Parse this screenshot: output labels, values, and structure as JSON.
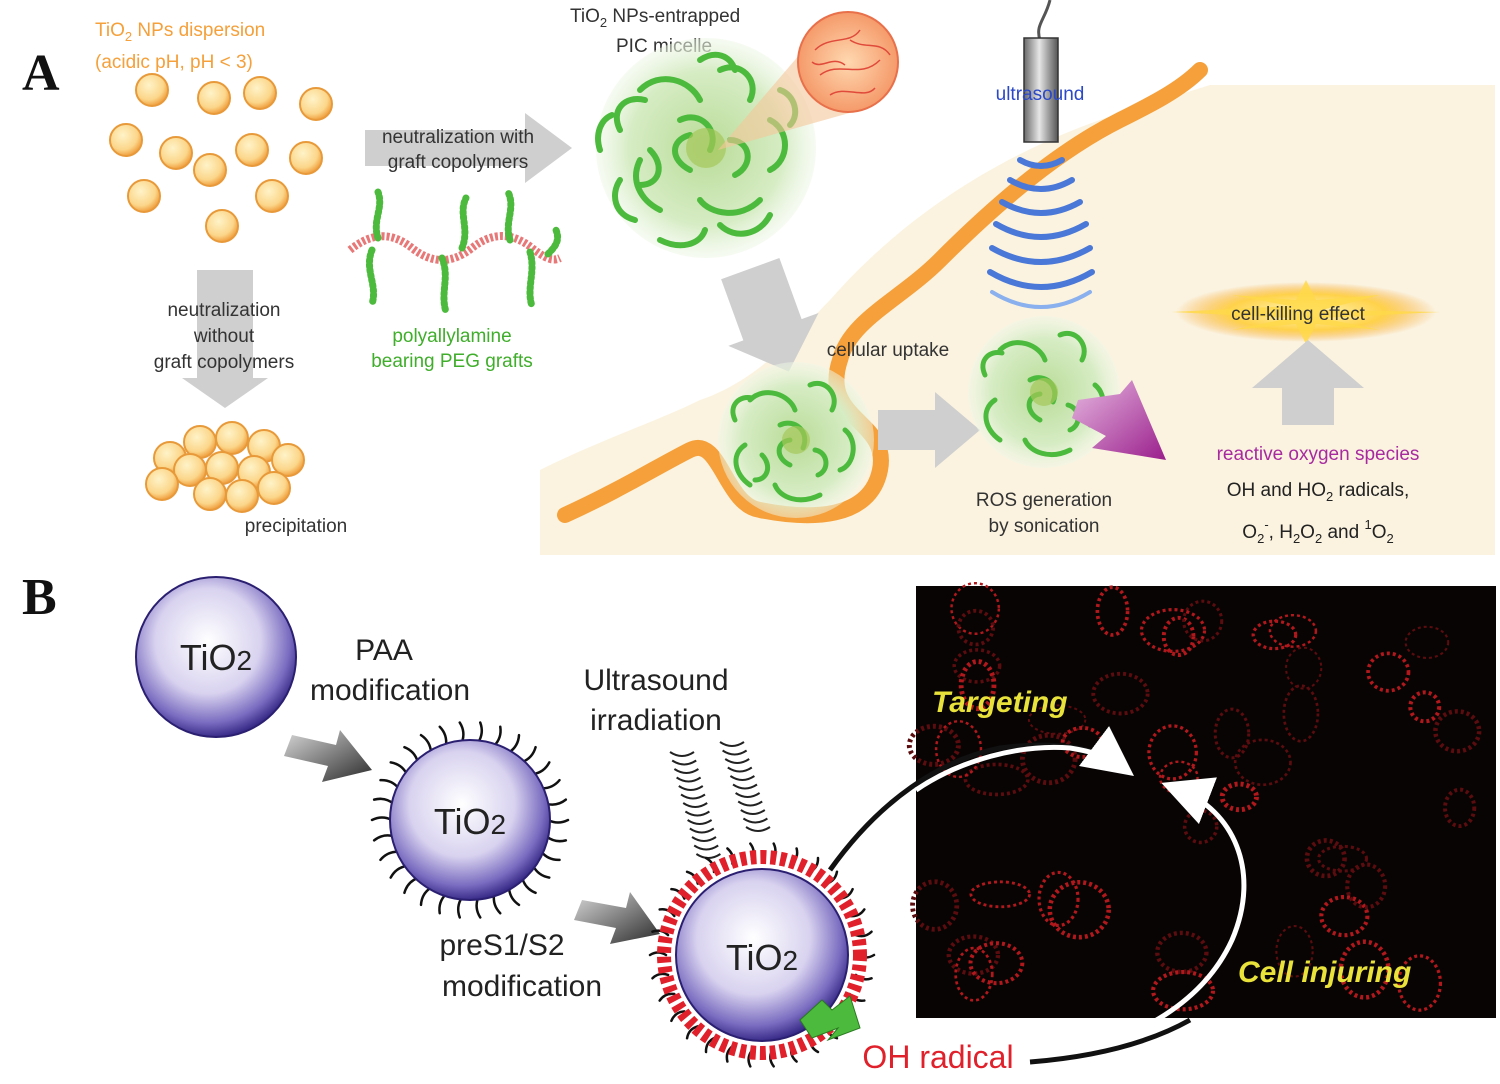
{
  "panel_a": {
    "letter": "A",
    "dispersion_label_1": "TiO",
    "dispersion_label_1_sub": "2",
    "dispersion_label_1_rest": " NPs dispersion",
    "dispersion_label_2": "(acidic pH, pH < 3)",
    "micelle_label_1": "TiO",
    "micelle_label_1_sub": "2",
    "micelle_label_1_rest": " NPs-entrapped",
    "micelle_label_2": "PIC micelle",
    "neutralization_with_1": "neutralization with",
    "neutralization_with_2": "graft copolymers",
    "neutralization_without_1": "neutralization",
    "neutralization_without_2": "without",
    "neutralization_without_3": "graft copolymers",
    "polymer_label_1": "polyallylamine",
    "polymer_label_2": "bearing PEG grafts",
    "precipitation": "precipitation",
    "ultrasound": "ultrasound",
    "cellular_uptake": "cellular uptake",
    "ros_generation_1": "ROS generation",
    "ros_generation_2": "by sonication",
    "cell_killing": "cell-killing effect",
    "reactive_oxygen": "reactive oxygen species",
    "radicals_1": "OH and HO",
    "radicals_1_sub": "2",
    "radicals_1_rest": " radicals,",
    "radicals_2_a": "O",
    "radicals_2_a_sub": "2",
    "radicals_2_a_sup": "-",
    "radicals_2_b": ", H",
    "radicals_2_b_sub1": "2",
    "radicals_2_c": "O",
    "radicals_2_c_sub": "2",
    "radicals_2_d": " and ",
    "radicals_2_d_sup": "1",
    "radicals_2_e": "O",
    "radicals_2_e_sub": "2"
  },
  "panel_b": {
    "letter": "B",
    "tio2_base": "TiO",
    "tio2_sub": "2",
    "paa_1": "PAA",
    "paa_2": "modification",
    "ultrasound_1": "Ultrasound",
    "ultrasound_2": "irradiation",
    "pres_1": "preS1/S2",
    "pres_2": "modification",
    "oh_radical": "OH radical",
    "targeting": "Targeting",
    "cell_injuring": "Cell injuring"
  },
  "colors": {
    "orange": "#f5a03a",
    "nanoparticle_fill": "#fbd68a",
    "polymer_green": "#4cba3c",
    "polymer_pink": "#e87878",
    "label_green": "#3fae2a",
    "label_purple": "#a82aa0",
    "label_blue": "#2a48c8",
    "arrow_gray": "#c8c8c8",
    "tio2_purple": "#5a4aa8",
    "red": "#e0202a",
    "yellow_text": "#e8e23a",
    "cell_bg": "#fbf3e0"
  }
}
